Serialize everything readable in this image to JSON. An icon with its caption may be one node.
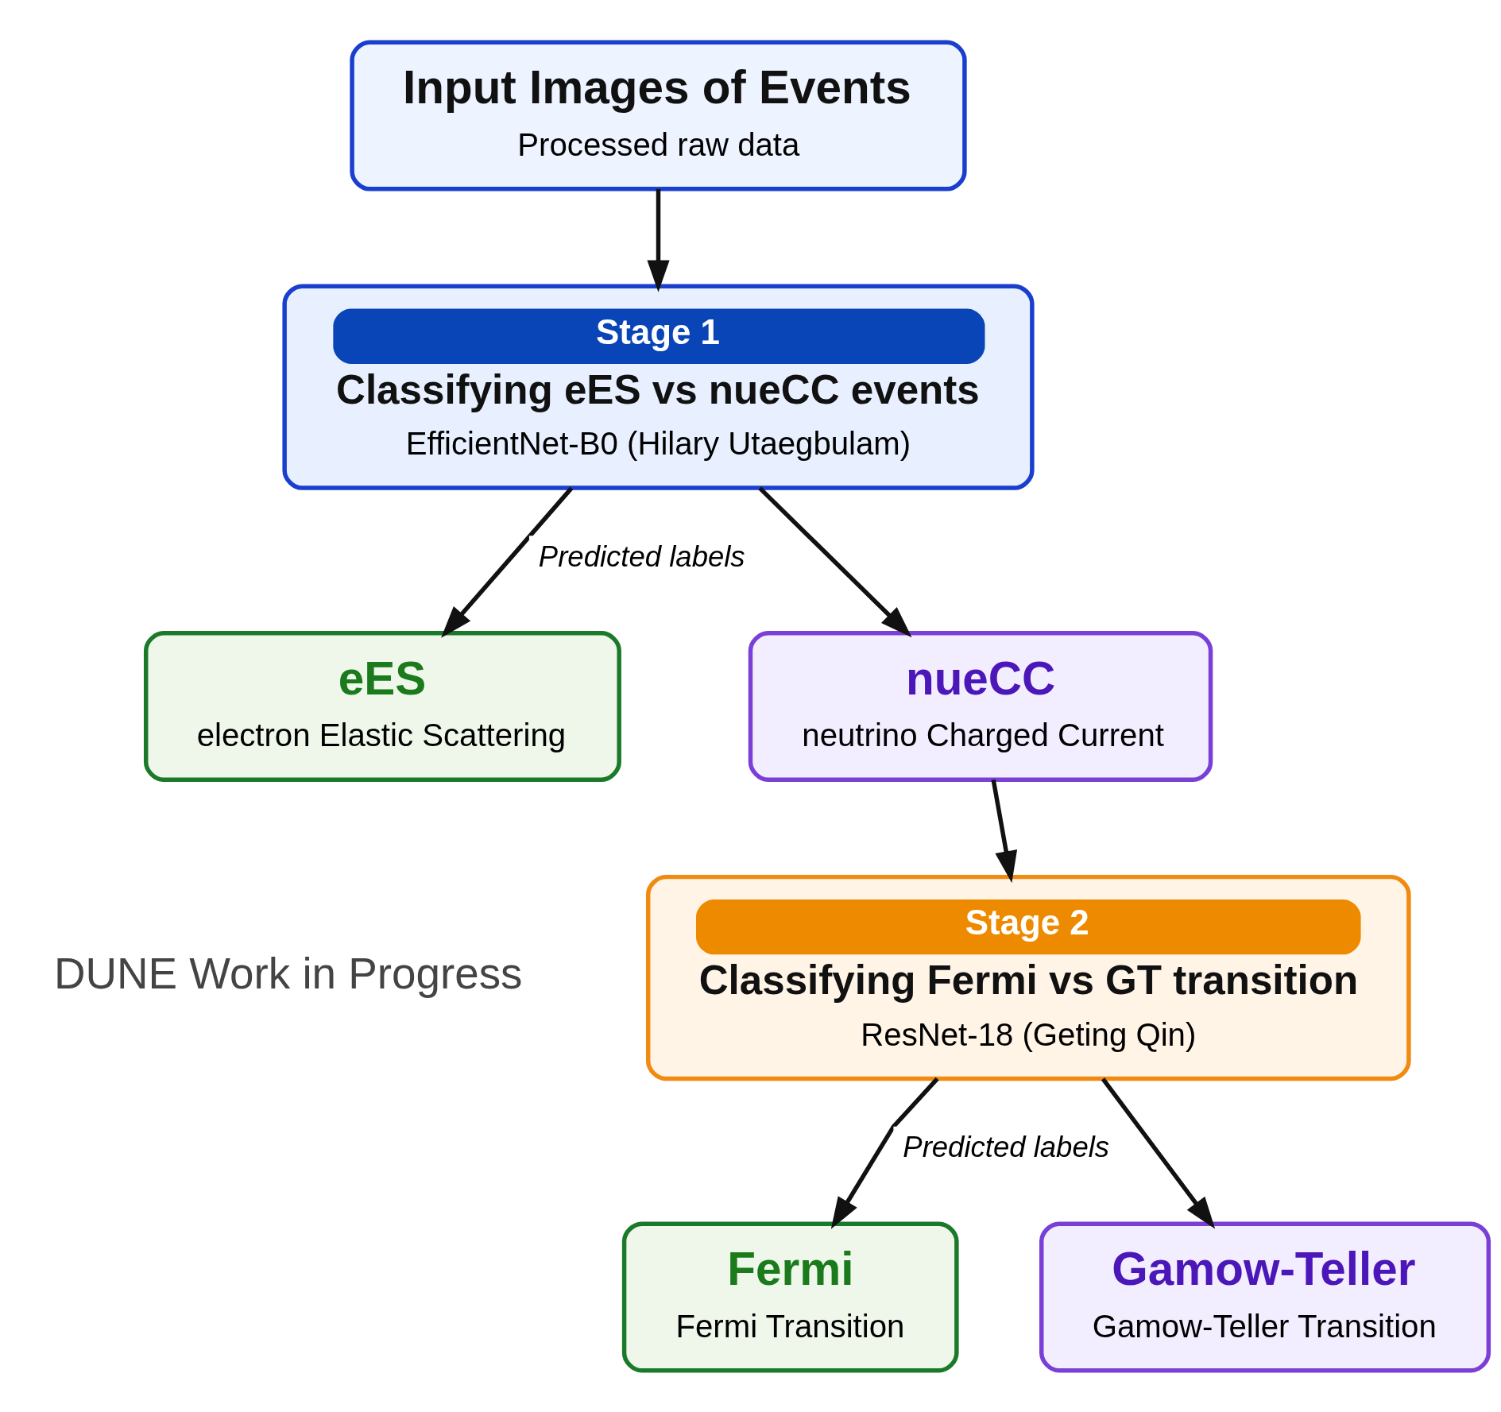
{
  "diagram": {
    "nodes": [
      {
        "text": [
          "Input Images of Events",
          "Processed raw data"
        ]
      },
      {
        "text": [
          "Stage 1",
          "Classifying eES vs nueCC events",
          "EfficientNet-B0 (Hilary Utaegbulam)"
        ]
      },
      {
        "text": [
          "eES",
          "electron Elastic Scattering"
        ]
      },
      {
        "text": [
          "nueCC",
          "neutrino Charged Current"
        ]
      },
      {
        "text": [
          "Stage 2",
          "Classifying Fermi vs GT transition",
          "ResNet-18 (Geting Qin)"
        ]
      },
      {
        "text": [
          "Fermi",
          "Fermi Transition"
        ]
      },
      {
        "text": [
          "Gamow-Teller",
          "Gamow-Teller Transition"
        ]
      }
    ],
    "edges": [
      {
        "from": 0,
        "to": 1,
        "arrow": "to"
      },
      {
        "from": 1,
        "to": 2,
        "arrow": "to",
        "label": "Predicted labels"
      },
      {
        "from": 1,
        "to": 3,
        "arrow": "to"
      },
      {
        "from": 3,
        "to": 4,
        "arrow": "to"
      },
      {
        "from": 4,
        "to": 5,
        "arrow": "to",
        "label": "Predicted labels"
      },
      {
        "from": 4,
        "to": 6,
        "arrow": "to"
      }
    ],
    "labels": [
      "DUNE Work in Progress"
    ]
  }
}
